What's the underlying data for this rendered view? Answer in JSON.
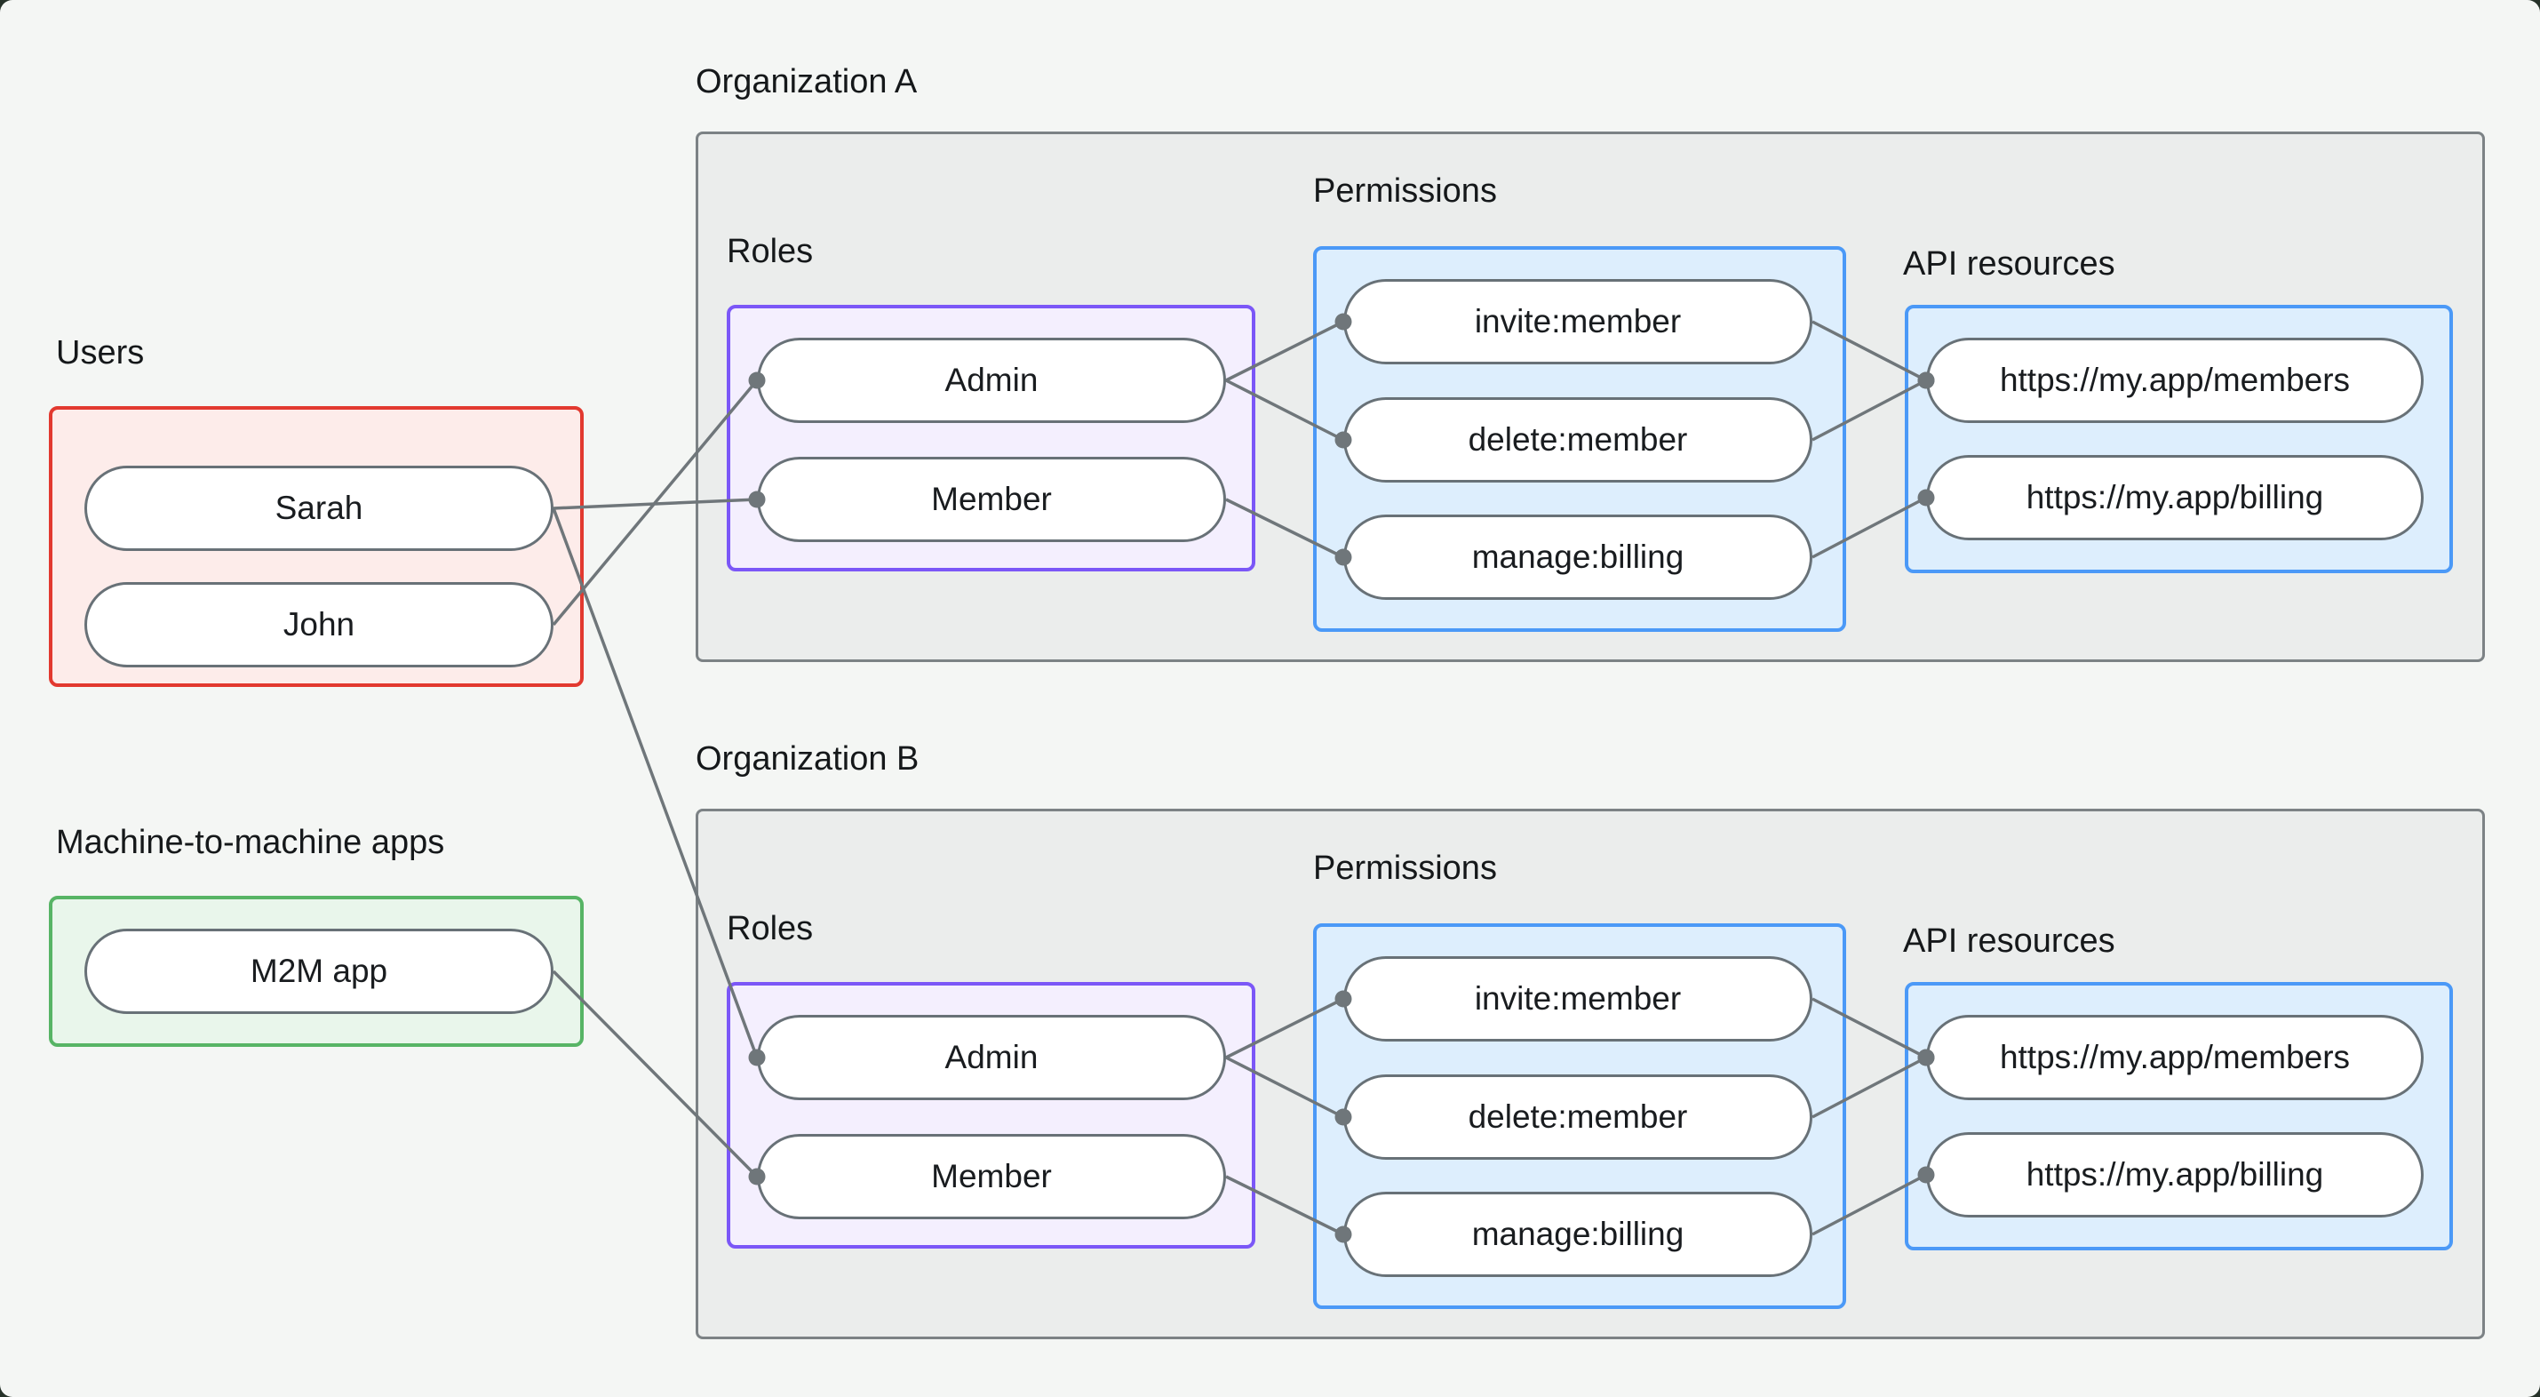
{
  "page": {
    "background": "#f4f6f4",
    "outer_background": "#263229"
  },
  "colors": {
    "users_border": "#e2392f",
    "users_fill": "#fdecea",
    "m2m_border": "#57b465",
    "m2m_fill": "#e9f6eb",
    "roles_border": "#7b57f7",
    "roles_fill": "#f4effe",
    "blue_border": "#4b99f7",
    "blue_fill": "#ddeefd",
    "org_fill": "#ebedec",
    "org_border": "#7c8285",
    "connector": "#6f767a",
    "pill_border": "#687177",
    "text": "#15181a"
  },
  "users_section": {
    "title": "Users",
    "items": [
      {
        "id": "sarah",
        "label": "Sarah"
      },
      {
        "id": "john",
        "label": "John"
      }
    ]
  },
  "m2m_section": {
    "title": "Machine-to-machine apps",
    "items": [
      {
        "id": "m2m",
        "label": "M2M app"
      }
    ]
  },
  "organizations": [
    {
      "title": "Organization A",
      "roles": {
        "title": "Roles",
        "items": [
          {
            "id": "a-admin",
            "label": "Admin"
          },
          {
            "id": "a-member",
            "label": "Member"
          }
        ]
      },
      "permissions": {
        "title": "Permissions",
        "items": [
          {
            "id": "a-invite",
            "label": "invite:member"
          },
          {
            "id": "a-delete",
            "label": "delete:member"
          },
          {
            "id": "a-manage",
            "label": "manage:billing"
          }
        ]
      },
      "api_resources": {
        "title": "API resources",
        "items": [
          {
            "id": "a-members",
            "label": "https://my.app/members"
          },
          {
            "id": "a-billing",
            "label": "https://my.app/billing"
          }
        ]
      }
    },
    {
      "title": "Organization B",
      "roles": {
        "title": "Roles",
        "items": [
          {
            "id": "b-admin",
            "label": "Admin"
          },
          {
            "id": "b-member",
            "label": "Member"
          }
        ]
      },
      "permissions": {
        "title": "Permissions",
        "items": [
          {
            "id": "b-invite",
            "label": "invite:member"
          },
          {
            "id": "b-delete",
            "label": "delete:member"
          },
          {
            "id": "b-manage",
            "label": "manage:billing"
          }
        ]
      },
      "api_resources": {
        "title": "API resources",
        "items": [
          {
            "id": "b-members",
            "label": "https://my.app/members"
          },
          {
            "id": "b-billing",
            "label": "https://my.app/billing"
          }
        ]
      }
    }
  ],
  "edges": [
    {
      "from": "sarah",
      "to": "a-member"
    },
    {
      "from": "john",
      "to": "a-admin"
    },
    {
      "from": "sarah",
      "to": "b-admin"
    },
    {
      "from": "m2m",
      "to": "b-member"
    },
    {
      "from": "a-admin",
      "to": "a-invite"
    },
    {
      "from": "a-admin",
      "to": "a-delete"
    },
    {
      "from": "a-member",
      "to": "a-manage"
    },
    {
      "from": "a-invite",
      "to": "a-members"
    },
    {
      "from": "a-delete",
      "to": "a-members"
    },
    {
      "from": "a-manage",
      "to": "a-billing"
    },
    {
      "from": "b-admin",
      "to": "b-invite"
    },
    {
      "from": "b-admin",
      "to": "b-delete"
    },
    {
      "from": "b-member",
      "to": "b-manage"
    },
    {
      "from": "b-invite",
      "to": "b-members"
    },
    {
      "from": "b-delete",
      "to": "b-members"
    },
    {
      "from": "b-manage",
      "to": "b-billing"
    }
  ]
}
